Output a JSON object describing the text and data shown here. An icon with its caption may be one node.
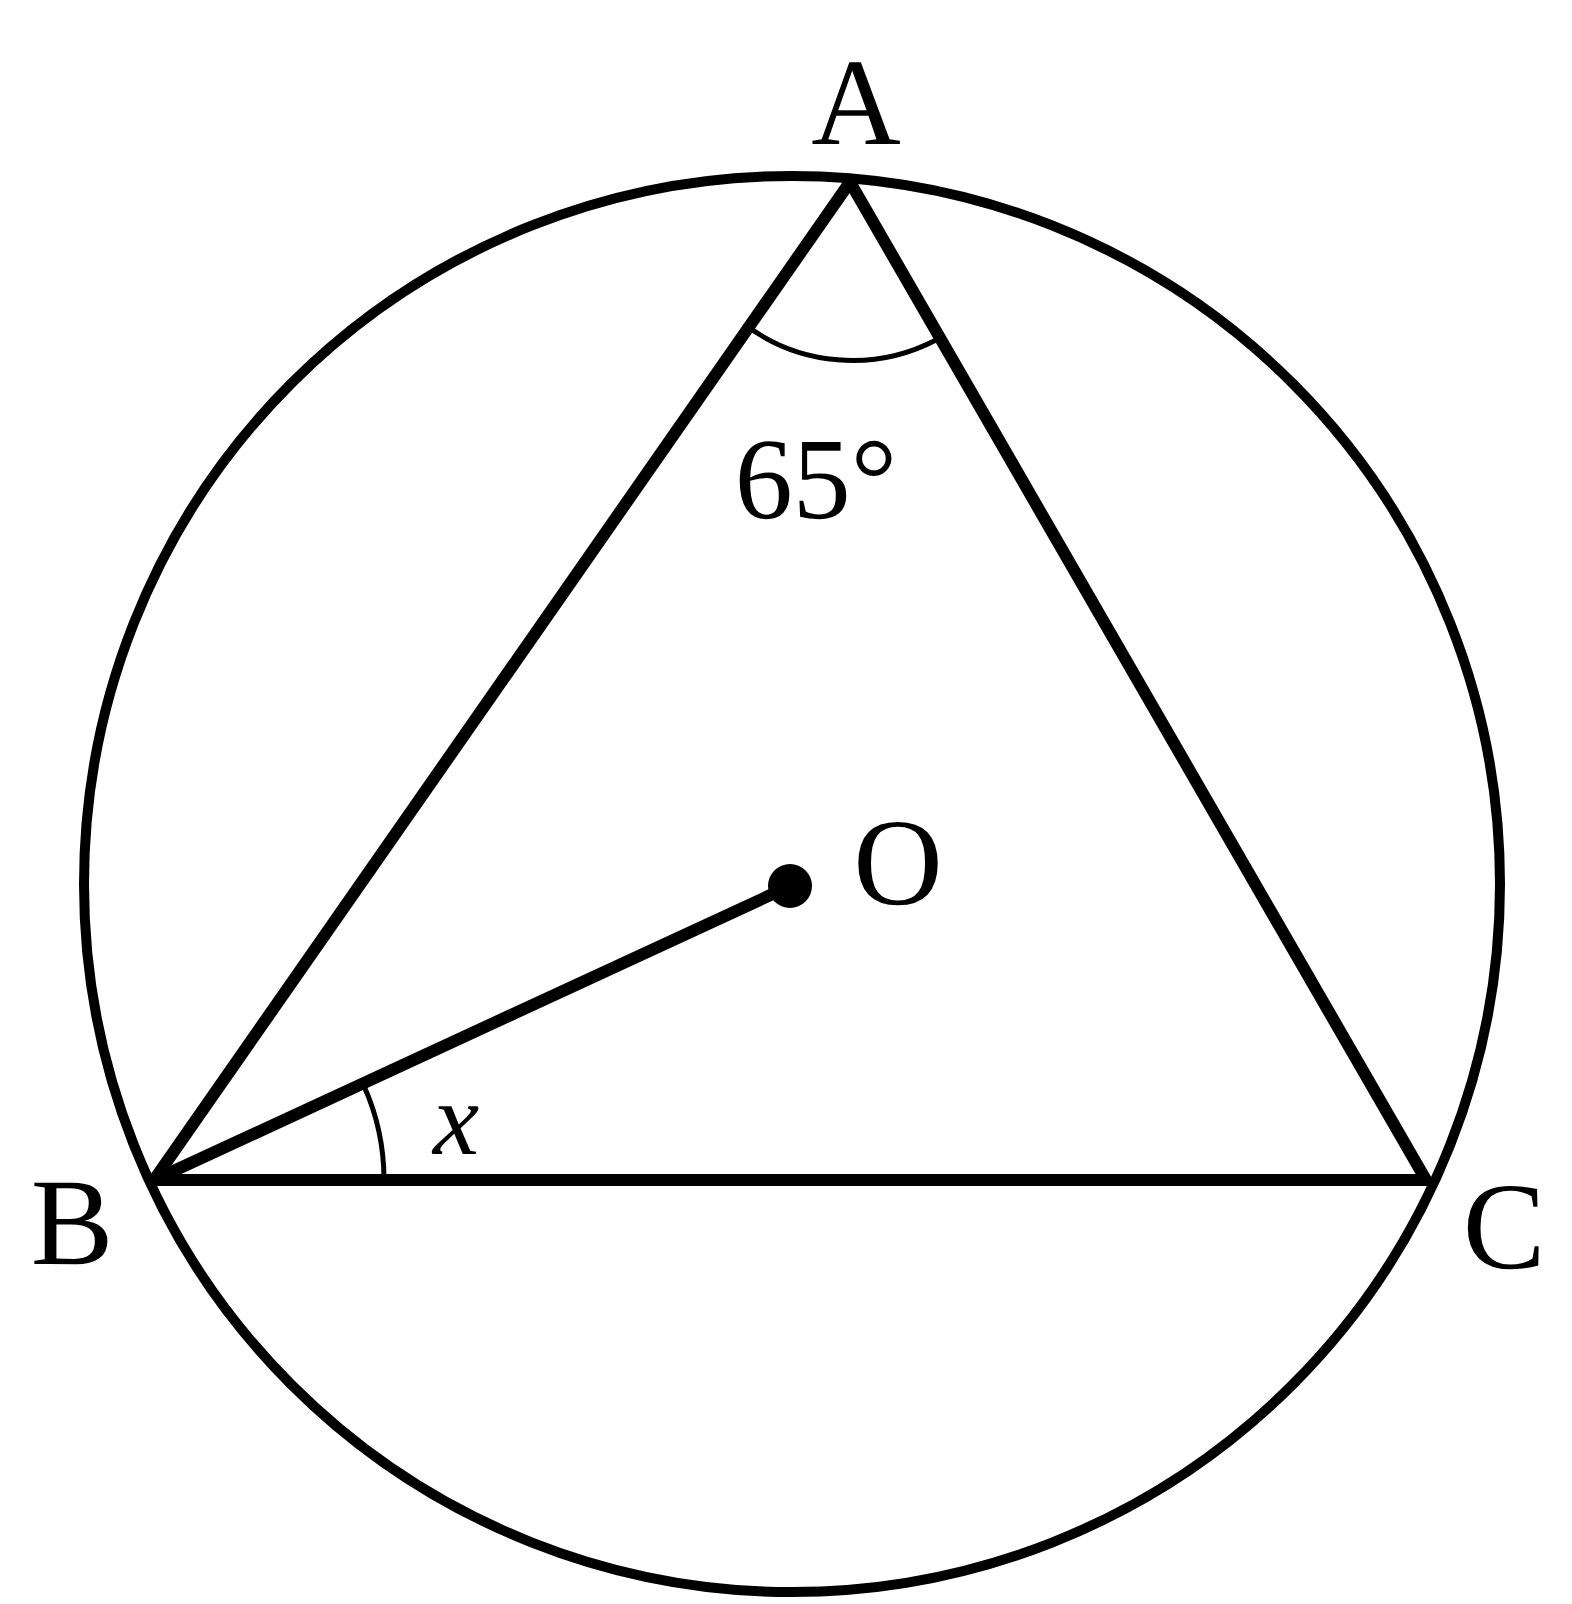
{
  "diagram": {
    "nodes": [
      {
        "text": [
          "A"
        ]
      },
      {
        "text": [
          "B"
        ]
      },
      {
        "text": [
          "C"
        ]
      },
      {
        "text": [
          "O"
        ]
      }
    ],
    "edges": [
      {
        "from": 0,
        "to": 1,
        "arrow": "none"
      },
      {
        "from": 0,
        "to": 2,
        "arrow": "none"
      },
      {
        "from": 1,
        "to": 2,
        "arrow": "none"
      },
      {
        "from": 1,
        "to": 3,
        "arrow": "other"
      }
    ],
    "labels": [
      "65°",
      "x"
    ]
  }
}
